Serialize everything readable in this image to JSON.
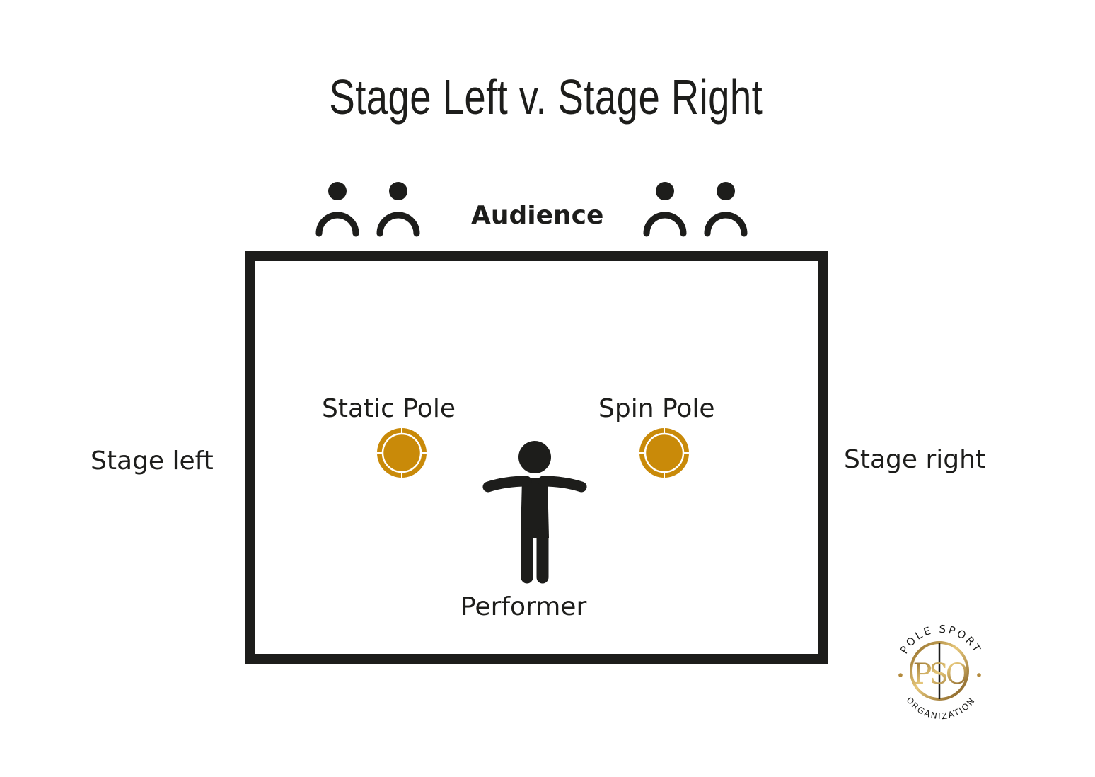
{
  "title": "Stage Left v. Stage Right",
  "labels": {
    "audience": "Audience",
    "static_pole": "Static Pole",
    "spin_pole": "Spin Pole",
    "stage_left": "Stage left",
    "stage_right": "Stage right",
    "performer": "Performer"
  },
  "logo": {
    "top_text": "POLE SPORT",
    "bottom_text": "ORGANIZATION",
    "monogram": "PSO"
  },
  "colors": {
    "ink": "#1d1d1b",
    "pole": "#c98a09",
    "gold": "#b38a3c"
  },
  "icons": {
    "audience_member": "person-icon",
    "performer": "person-arms-out-icon",
    "pole": "pole-circle-icon"
  }
}
